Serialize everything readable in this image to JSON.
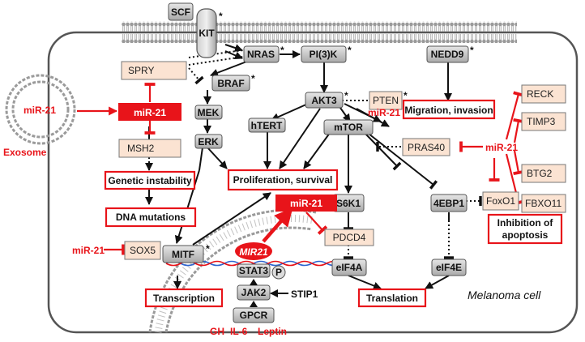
{
  "labels": {
    "scf": "SCF",
    "kit": "KIT",
    "nras": "NRAS",
    "pi3k": "PI(3)K",
    "nedd9": "NEDD9",
    "spry": "SPRY",
    "braf": "BRAF",
    "pten": "PTEN",
    "akt3": "AKT3",
    "mek": "MEK",
    "erk": "ERK",
    "htert": "hTERT",
    "mtor": "mTOR",
    "pras40": "PRAS40",
    "msh2": "MSH2",
    "s6k1": "S6K1",
    "fourebp1": "4EBP1",
    "foxo1": "FoxO1",
    "pdcd4": "PDCD4",
    "eif4a": "eIF4A",
    "eif4e": "eIF4E",
    "sox5": "SOX5",
    "mitf": "MITF",
    "stat3": "STAT3",
    "p": "P",
    "jak2": "JAK2",
    "gpcr": "GPCR",
    "stip1": "STIP1",
    "reck": "RECK",
    "timp3": "TIMP3",
    "btg2": "BTG2",
    "fbxo11": "FBXO11",
    "mir21_exosome": "miR-21",
    "mir21_center": "miR-21",
    "mir21_pten": "miR-21",
    "mir21_right": "miR-21",
    "mir21_nucleus": "miR-21",
    "mir21_sox5": "miR-21",
    "mir21_gene": "MIR21",
    "exosome": "Exosome",
    "migration": "Migration, invasion",
    "genetic_instability": "Genetic instability",
    "dna_mutations": "DNA mutations",
    "proliferation": "Proliferation, survival",
    "inhibition_line1": "Inhibition of",
    "inhibition_line2": "apoptosis",
    "transcription": "Transcription",
    "translation": "Translation",
    "gh": "GH",
    "il6": "IL-6",
    "leptin": "Leptin",
    "melanoma_cell": "Melanoma cell",
    "asterisk": "*"
  },
  "colors": {
    "accent": "#e8141a",
    "protein_fill": "#fbe3d2",
    "gray_box": "#bdbdbd"
  }
}
